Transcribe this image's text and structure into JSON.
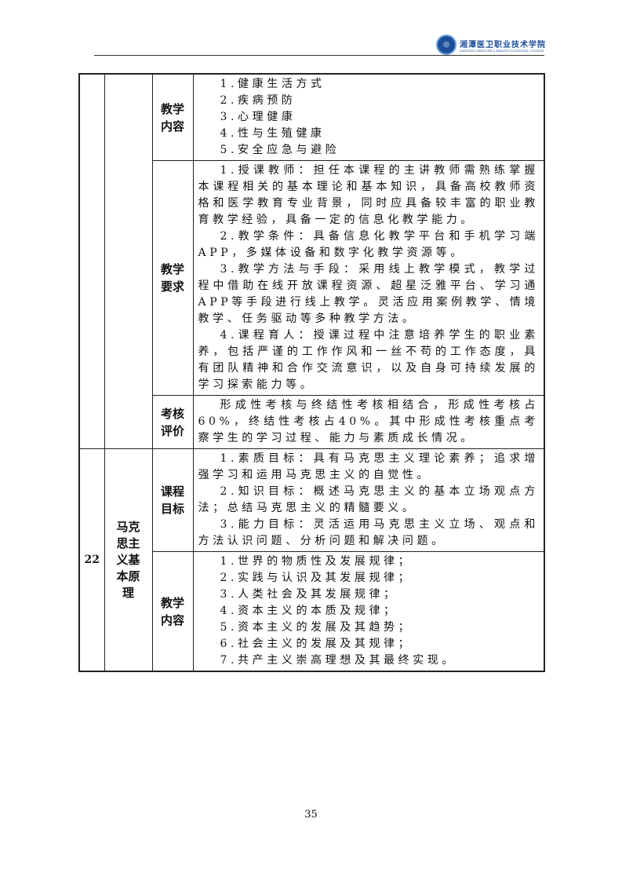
{
  "header": {
    "logo_cn": "湘潭医卫职业技术学院",
    "logo_en": "XIANGTAN MEDICINE & HEALTH VOCATIONAL COLLEGE"
  },
  "rows": {
    "r1_label": "教学内容",
    "r1_items": [
      "1.健康生活方式",
      "2.疾病预防",
      "3.心理健康",
      "4.性与生殖健康",
      "5.安全应急与避险"
    ],
    "r2_label": "教学要求",
    "r2_paras": [
      "1.授课教师：担任本课程的主讲教师需熟练掌握本课程相关的基本理论和基本知识，具备高校教师资格和医学教育专业背景，同时应具备较丰富的职业教育教学经验，具备一定的信息化教学能力。",
      "2.教学条件：具备信息化教学平台和手机学习端APP，多媒体设备和数字化教学资源等。",
      "3.教学方法与手段：采用线上教学模式，教学过程中借助在线开放课程资源、超星泛雅平台、学习通APP等手段进行线上教学。灵活应用案例教学、情境教学、任务驱动等多种教学方法。",
      "4.课程育人：授课过程中注意培养学生的职业素养，包括严谨的工作作风和一丝不苟的工作态度，具有团队精神和合作交流意识，以及自身可持续发展的学习探索能力等。"
    ],
    "r3_label": "考核评价",
    "r3_text": "形成性考核与终结性考核相结合，形成性考核占60%，终结性考核占40%。其中形成性考核重点考察学生的学习过程、能力与素质成长情况。",
    "course_num": "22",
    "course_name": "马克思主义基本原理",
    "r4_label": "课程目标",
    "r4_paras": [
      "1.素质目标：具有马克思主义理论素养；追求增强学习和运用马克思主义的自觉性。",
      "2.知识目标：概述马克思主义的基本立场观点方法；总结马克思主义的精髓要义。",
      "3.能力目标：灵活运用马克思主义立场、观点和方法认识问题、分析问题和解决问题。"
    ],
    "r5_label": "教学内容",
    "r5_items": [
      "1.世界的物质性及发展规律；",
      "2.实践与认识及其发展规律；",
      "3.人类社会及其发展规律；",
      "4.资本主义的本质及规律；",
      "5.资本主义的发展及其趋势；",
      "6.社会主义的发展及其规律；",
      "7.共产主义崇高理想及其最终实现。"
    ]
  },
  "page_number": "35"
}
